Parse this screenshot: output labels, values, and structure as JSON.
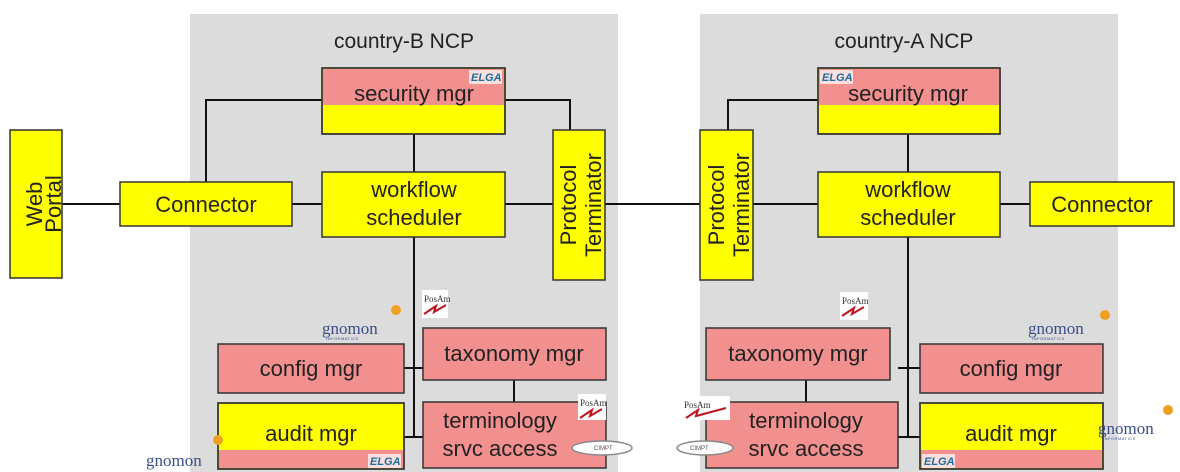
{
  "colors": {
    "region": "#dcdcdc",
    "yellow": "#ffff00",
    "pink": "#f28f8f",
    "line": "#111111",
    "elga": "#1b6e9e",
    "gnomon": "#3a4f8a",
    "posam": "#c0141e"
  },
  "left": {
    "title": "country-B NCP",
    "security": "security mgr",
    "workflow": [
      "workflow",
      "scheduler"
    ],
    "protocol": [
      "Protocol",
      "Terminator"
    ],
    "connector": "Connector",
    "config": "config mgr",
    "taxonomy": "taxonomy mgr",
    "audit": "audit mgr",
    "terminology": [
      "terminology",
      "srvc access"
    ]
  },
  "right": {
    "title": "country-A NCP",
    "security": "security mgr",
    "workflow": [
      "workflow",
      "scheduler"
    ],
    "protocol": [
      "Protocol",
      "Terminator"
    ],
    "connector": "Connector",
    "config": "config mgr",
    "taxonomy": "taxonomy mgr",
    "audit": "audit mgr",
    "terminology": [
      "terminology",
      "srvc access"
    ]
  },
  "webportal": [
    "Web",
    "Portal"
  ],
  "logos": {
    "elga": "ELGA",
    "gnomon": "gnomon",
    "gnomon_sub": "INFORMATICS",
    "posam": "PosAm",
    "cimpt": "CIMPT"
  },
  "icons": {
    "elga": "elga-logo-icon",
    "gnomon": "gnomon-logo-icon",
    "posam": "posam-logo-icon",
    "cimpt": "cimpt-logo-icon"
  }
}
